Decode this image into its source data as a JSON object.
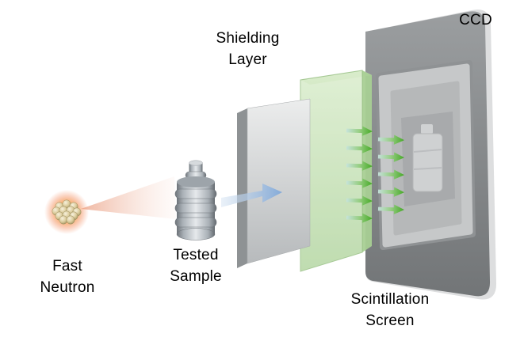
{
  "diagram": {
    "labels": {
      "shielding_layer": "Shielding\nLayer",
      "ccd": "CCD",
      "fast_neutron": "Fast\nNeutron",
      "tested_sample": "Tested\nSample",
      "scintillation_screen": "Scintillation\nScreen"
    },
    "colors": {
      "neutron_glow_orange": "#f39a5a",
      "neutron_sphere_tan": "#d9c99b",
      "beam_cone_pink": "#eeb39c",
      "beam_arrow_blue": "#8fb0da",
      "shielding_plate_gray": "#d6d8d9",
      "scintillation_green": "#bcdca8",
      "emission_arrow_green": "#4aae26",
      "ccd_body_gray": "#8a8d8f",
      "label_text": "#000000"
    }
  }
}
